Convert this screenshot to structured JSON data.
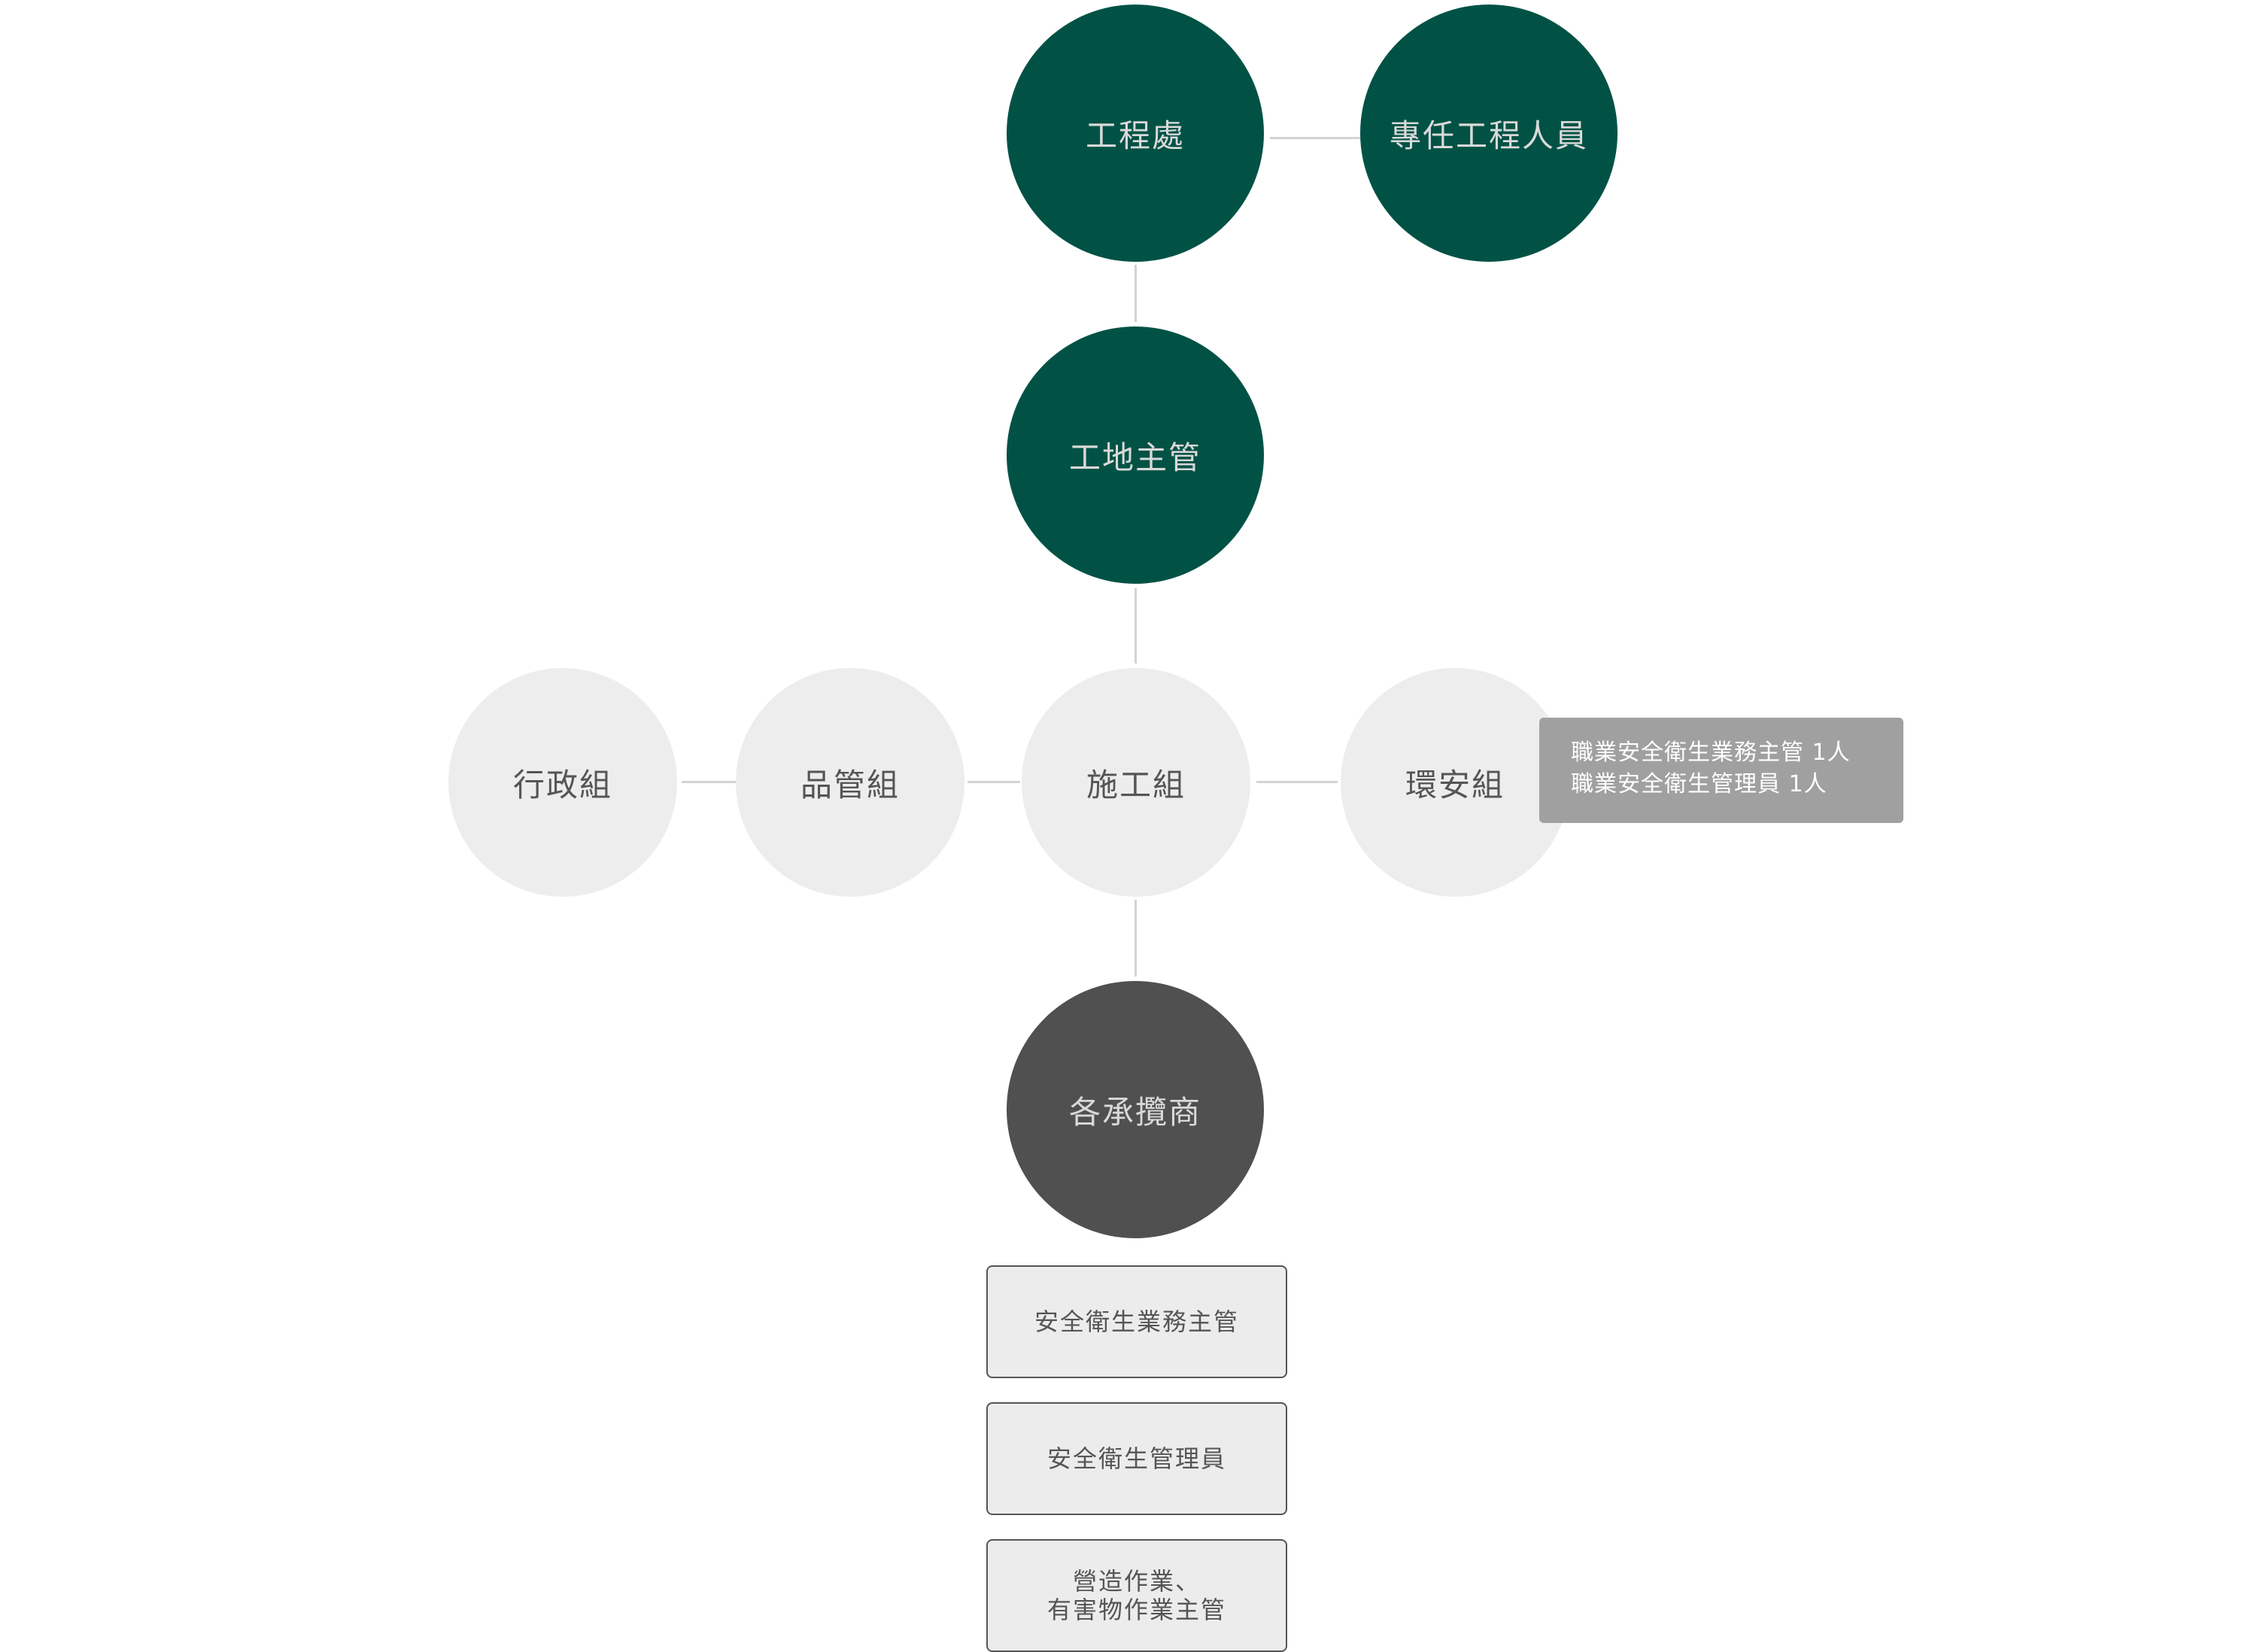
{
  "top": {
    "engineering_office": "工程處",
    "dedicated_engineers": "專任工程人員",
    "site_supervisor": "工地主管"
  },
  "groups": {
    "admin": "行政組",
    "quality": "品管組",
    "construction": "施工組",
    "env_safety": "環安組"
  },
  "env_safety_note": {
    "line1": "職業安全衛生業務主管 1人",
    "line2": "職業安全衛生管理員 1人"
  },
  "contractors": {
    "label": "各承攬商",
    "roles": [
      "安全衛生業務主管",
      "安全衛生管理員",
      "營造作業、\n有害物作業主管"
    ]
  },
  "colors": {
    "green": "#015245",
    "light_gray": "#ededed",
    "dark_gray": "#505050",
    "tooltip_gray": "#a0a0a0",
    "connector": "#d3d3d3"
  }
}
